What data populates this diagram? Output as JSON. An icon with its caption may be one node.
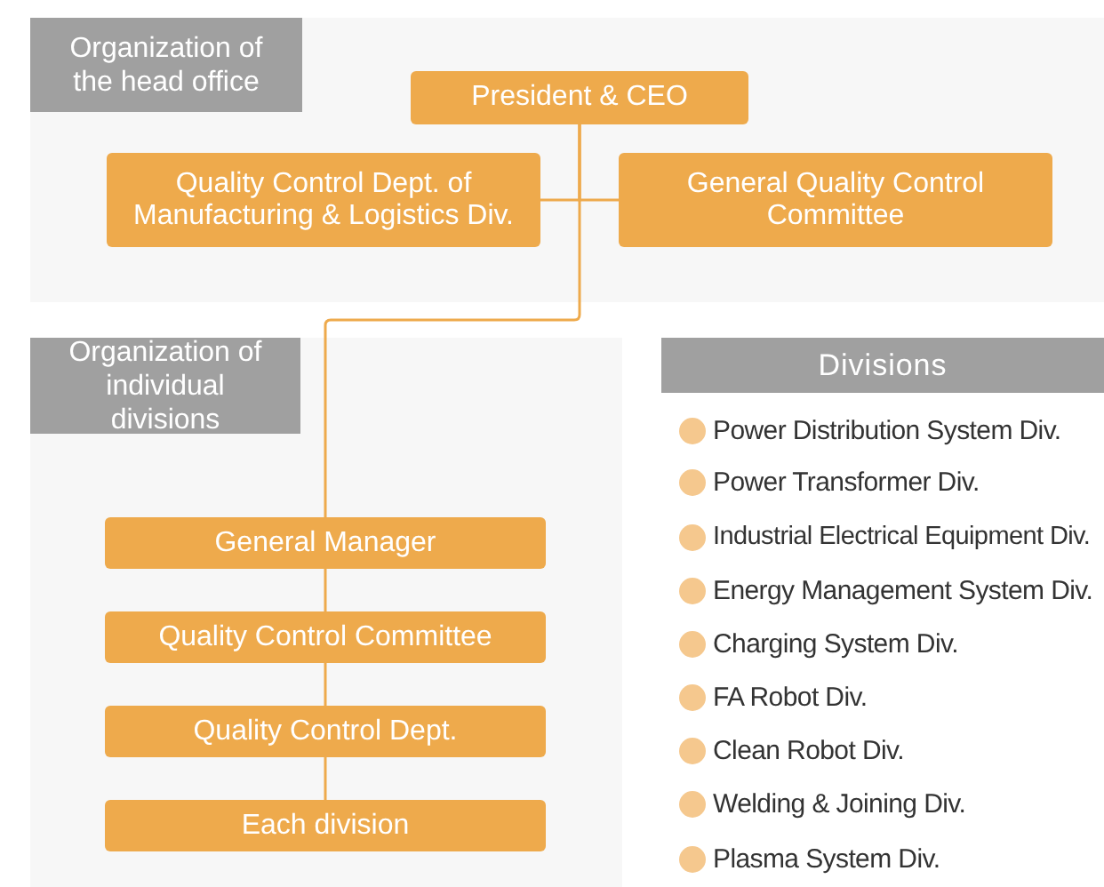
{
  "diagram": {
    "nodes": [
      {
        "text": [
          "Organization of the head office"
        ]
      },
      {
        "text": [
          "President & CEO"
        ],
        "in": 0
      },
      {
        "text": [
          "Quality Control Dept. of Manufacturing & Logistics Div."
        ],
        "in": 0
      },
      {
        "text": [
          "General Quality Control Committee"
        ],
        "in": 0
      },
      {
        "text": [
          "Organization of individual divisions"
        ]
      },
      {
        "text": [
          "General Manager"
        ],
        "in": 4
      },
      {
        "text": [
          "Quality Control Committee"
        ],
        "in": 4
      },
      {
        "text": [
          "Quality Control Dept."
        ],
        "in": 4
      },
      {
        "text": [
          "Each division"
        ],
        "in": 4
      },
      {
        "text": [
          "Divisions"
        ]
      }
    ],
    "edges": [
      {
        "from": 1,
        "to": 2,
        "arrow": "none"
      },
      {
        "from": 1,
        "to": 3,
        "arrow": "none"
      },
      {
        "from": 1,
        "to": 5,
        "arrow": "none"
      },
      {
        "from": 5,
        "to": 6,
        "arrow": "none"
      },
      {
        "from": 6,
        "to": 7,
        "arrow": "none"
      },
      {
        "from": 7,
        "to": 8,
        "arrow": "none"
      }
    ],
    "labels": [
      "Power Distribution System Div.",
      "Power Transformer Div.",
      "Industrial Electrical Equipment Div.",
      "Energy Management System Div.",
      "Charging System Div.",
      "FA Robot Div.",
      "Clean Robot Div.",
      "Welding & Joining Div.",
      "Plasma System Div."
    ]
  }
}
